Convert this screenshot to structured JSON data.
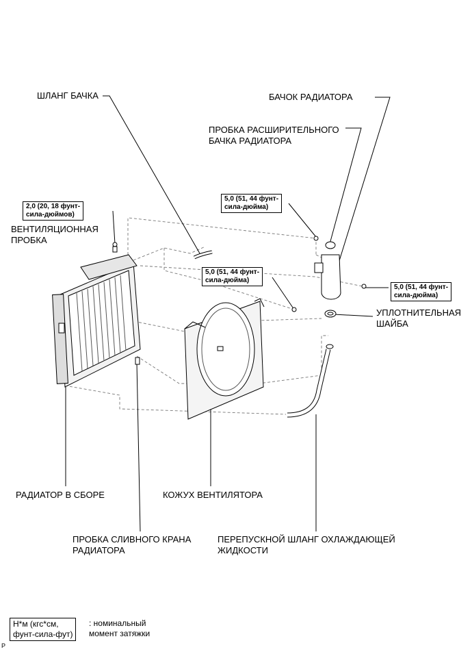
{
  "labels": {
    "reservoir_hose": "ШЛАНГ БАЧКА",
    "radiator_reservoir": "БАЧОК РАДИАТОРА",
    "reservoir_cap_line1": "ПРОБКА РАСШИРИТЕЛЬНОГО",
    "reservoir_cap_line2": "БАЧКА РАДИАТОРА",
    "vent_plug_line1": "ВЕНТИЛЯЦИОННАЯ",
    "vent_plug_line2": "ПРОБКА",
    "gasket_line1": "УПЛОТНИТЕЛЬНАЯ",
    "gasket_line2": "ШАЙБА",
    "radiator_assy": "РАДИАТОР В СБОРЕ",
    "fan_shroud": "КОЖУХ ВЕНТИЛЯТОРА",
    "drain_plug_line1": "ПРОБКА СЛИВНОГО КРАНА",
    "drain_plug_line2": "РАДИАТОРА",
    "bypass_hose_line1": "ПЕРЕПУСКНОЙ ШЛАНГ ОХЛАЖДАЮЩЕЙ",
    "bypass_hose_line2": "ЖИДКОСТИ"
  },
  "torque": {
    "vent_plug_line1": "2,0 (20, 18 фунт-",
    "vent_plug_line2": "сила-дюймов)",
    "reservoir_bolt_line1": "5,0 (51, 44 фунт-",
    "reservoir_bolt_line2": "сила-дюйма)",
    "shroud_bolt_line1": "5,0 (51, 44 фунт-",
    "shroud_bolt_line2": "сила-дюйма)",
    "right_bolt_line1": "5,0 (51, 44 фунт-",
    "right_bolt_line2": "сила-дюйма)"
  },
  "legend": {
    "box_line1": "Н*м (кгс*см,",
    "box_line2": "фунт-сила-фут)",
    "text_line1": ": номинальный",
    "text_line2": "момент затяжки"
  },
  "corner_mark": "P"
}
